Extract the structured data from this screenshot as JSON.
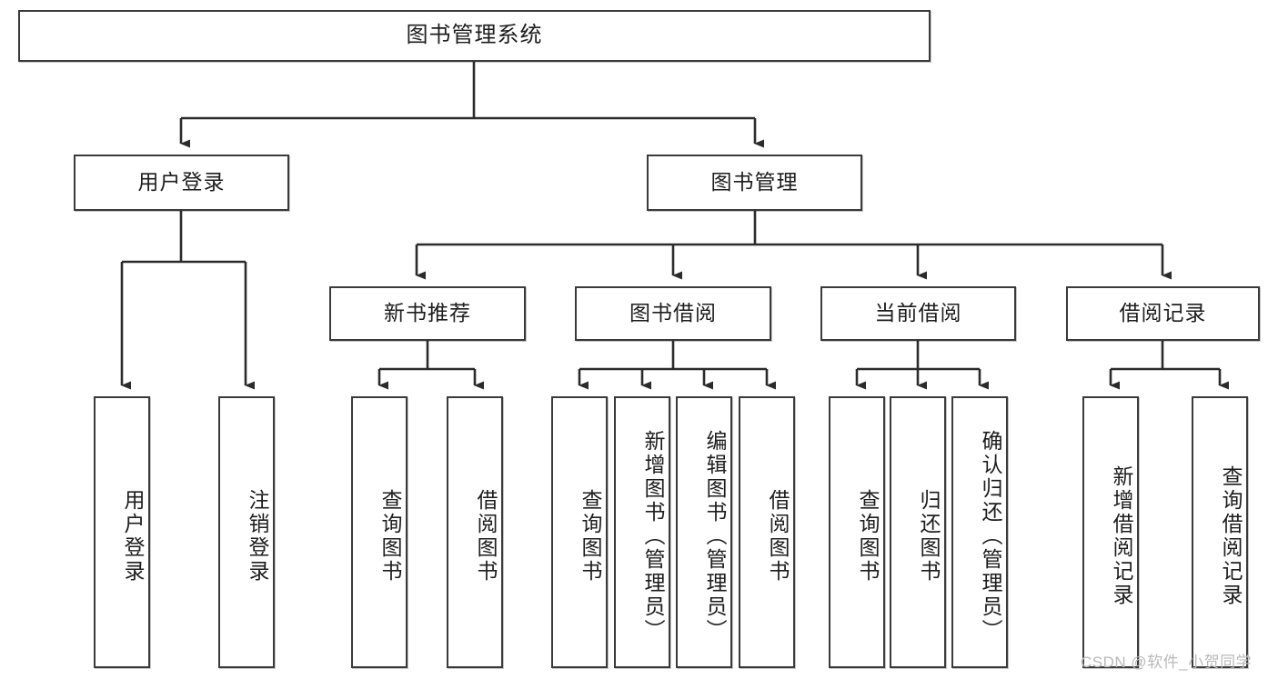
{
  "diagram": {
    "title": "图书管理系统",
    "type": "tree-hierarchy",
    "watermark": "CSDN @软件_小贺同学",
    "colors": {
      "box_border": "#3a3a3a",
      "box_fill": "#ffffff",
      "edge": "#2b2b2b",
      "text": "#1d1d1d",
      "watermark": "#b9b9b9",
      "background": "#ffffff"
    },
    "nodes": {
      "root": {
        "label": "图书管理系统"
      },
      "level2": [
        {
          "id": "user-login",
          "label": "用户登录"
        },
        {
          "id": "book-manage",
          "label": "图书管理"
        }
      ],
      "level3": [
        {
          "id": "new-book-rec",
          "label": "新书推荐"
        },
        {
          "id": "book-borrow",
          "label": "图书借阅"
        },
        {
          "id": "current-borrow",
          "label": "当前借阅"
        },
        {
          "id": "borrow-record",
          "label": "借阅记录"
        }
      ],
      "leaves": {
        "user_login": [
          {
            "id": "leaf-user-login",
            "label": "用户登录"
          },
          {
            "id": "leaf-user-logout",
            "label": "注销登录"
          }
        ],
        "new_book_rec": [
          {
            "id": "leaf-query-book-1",
            "label": "查询图书"
          },
          {
            "id": "leaf-borrow-book-1",
            "label": "借阅图书"
          }
        ],
        "book_borrow": [
          {
            "id": "leaf-query-book-2",
            "label": "查询图书"
          },
          {
            "id": "leaf-add-book",
            "label": "新增图书（管理员）"
          },
          {
            "id": "leaf-edit-book",
            "label": "编辑图书（管理员）"
          },
          {
            "id": "leaf-borrow-book-2",
            "label": "借阅图书"
          }
        ],
        "current_borrow": [
          {
            "id": "leaf-query-book-3",
            "label": "查询图书"
          },
          {
            "id": "leaf-return-book",
            "label": "归还图书"
          },
          {
            "id": "leaf-confirm-return",
            "label": "确认归还（管理员）"
          }
        ],
        "borrow_record": [
          {
            "id": "leaf-add-record",
            "label": "新增借阅记录"
          },
          {
            "id": "leaf-query-record",
            "label": "查询借阅记录"
          }
        ]
      }
    }
  }
}
